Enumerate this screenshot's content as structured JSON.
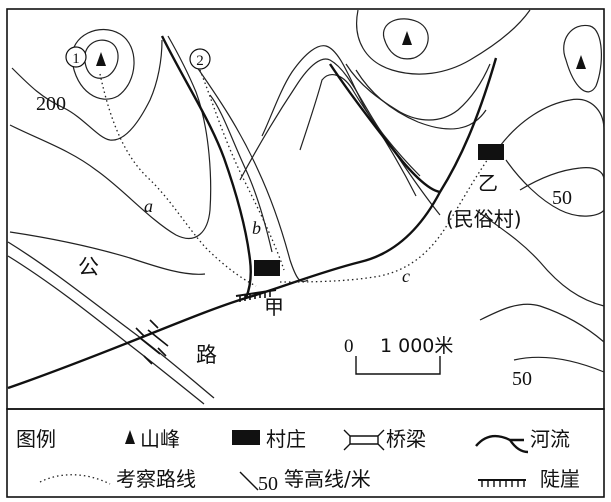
{
  "map": {
    "labels": {
      "contour_200": "200",
      "contour_50_right": "50",
      "contour_50_bottom": "50",
      "route_a": "a",
      "route_b": "b",
      "route_c": "c",
      "viewpoint_1": "①",
      "viewpoint_2": "②",
      "village_jia": "甲",
      "village_yi": "乙",
      "village_yi_note": "(民俗村)",
      "road_char_1": "公",
      "road_char_2": "路"
    },
    "scale": {
      "zero": "0",
      "distance": "1 000米"
    }
  },
  "legend": {
    "title": "图例",
    "items": {
      "peak": "山峰",
      "village": "村庄",
      "bridge": "桥梁",
      "river": "河流",
      "route": "考察路线",
      "contour_value": "50",
      "contour": "等高线/米",
      "cliff": "陡崖"
    }
  }
}
